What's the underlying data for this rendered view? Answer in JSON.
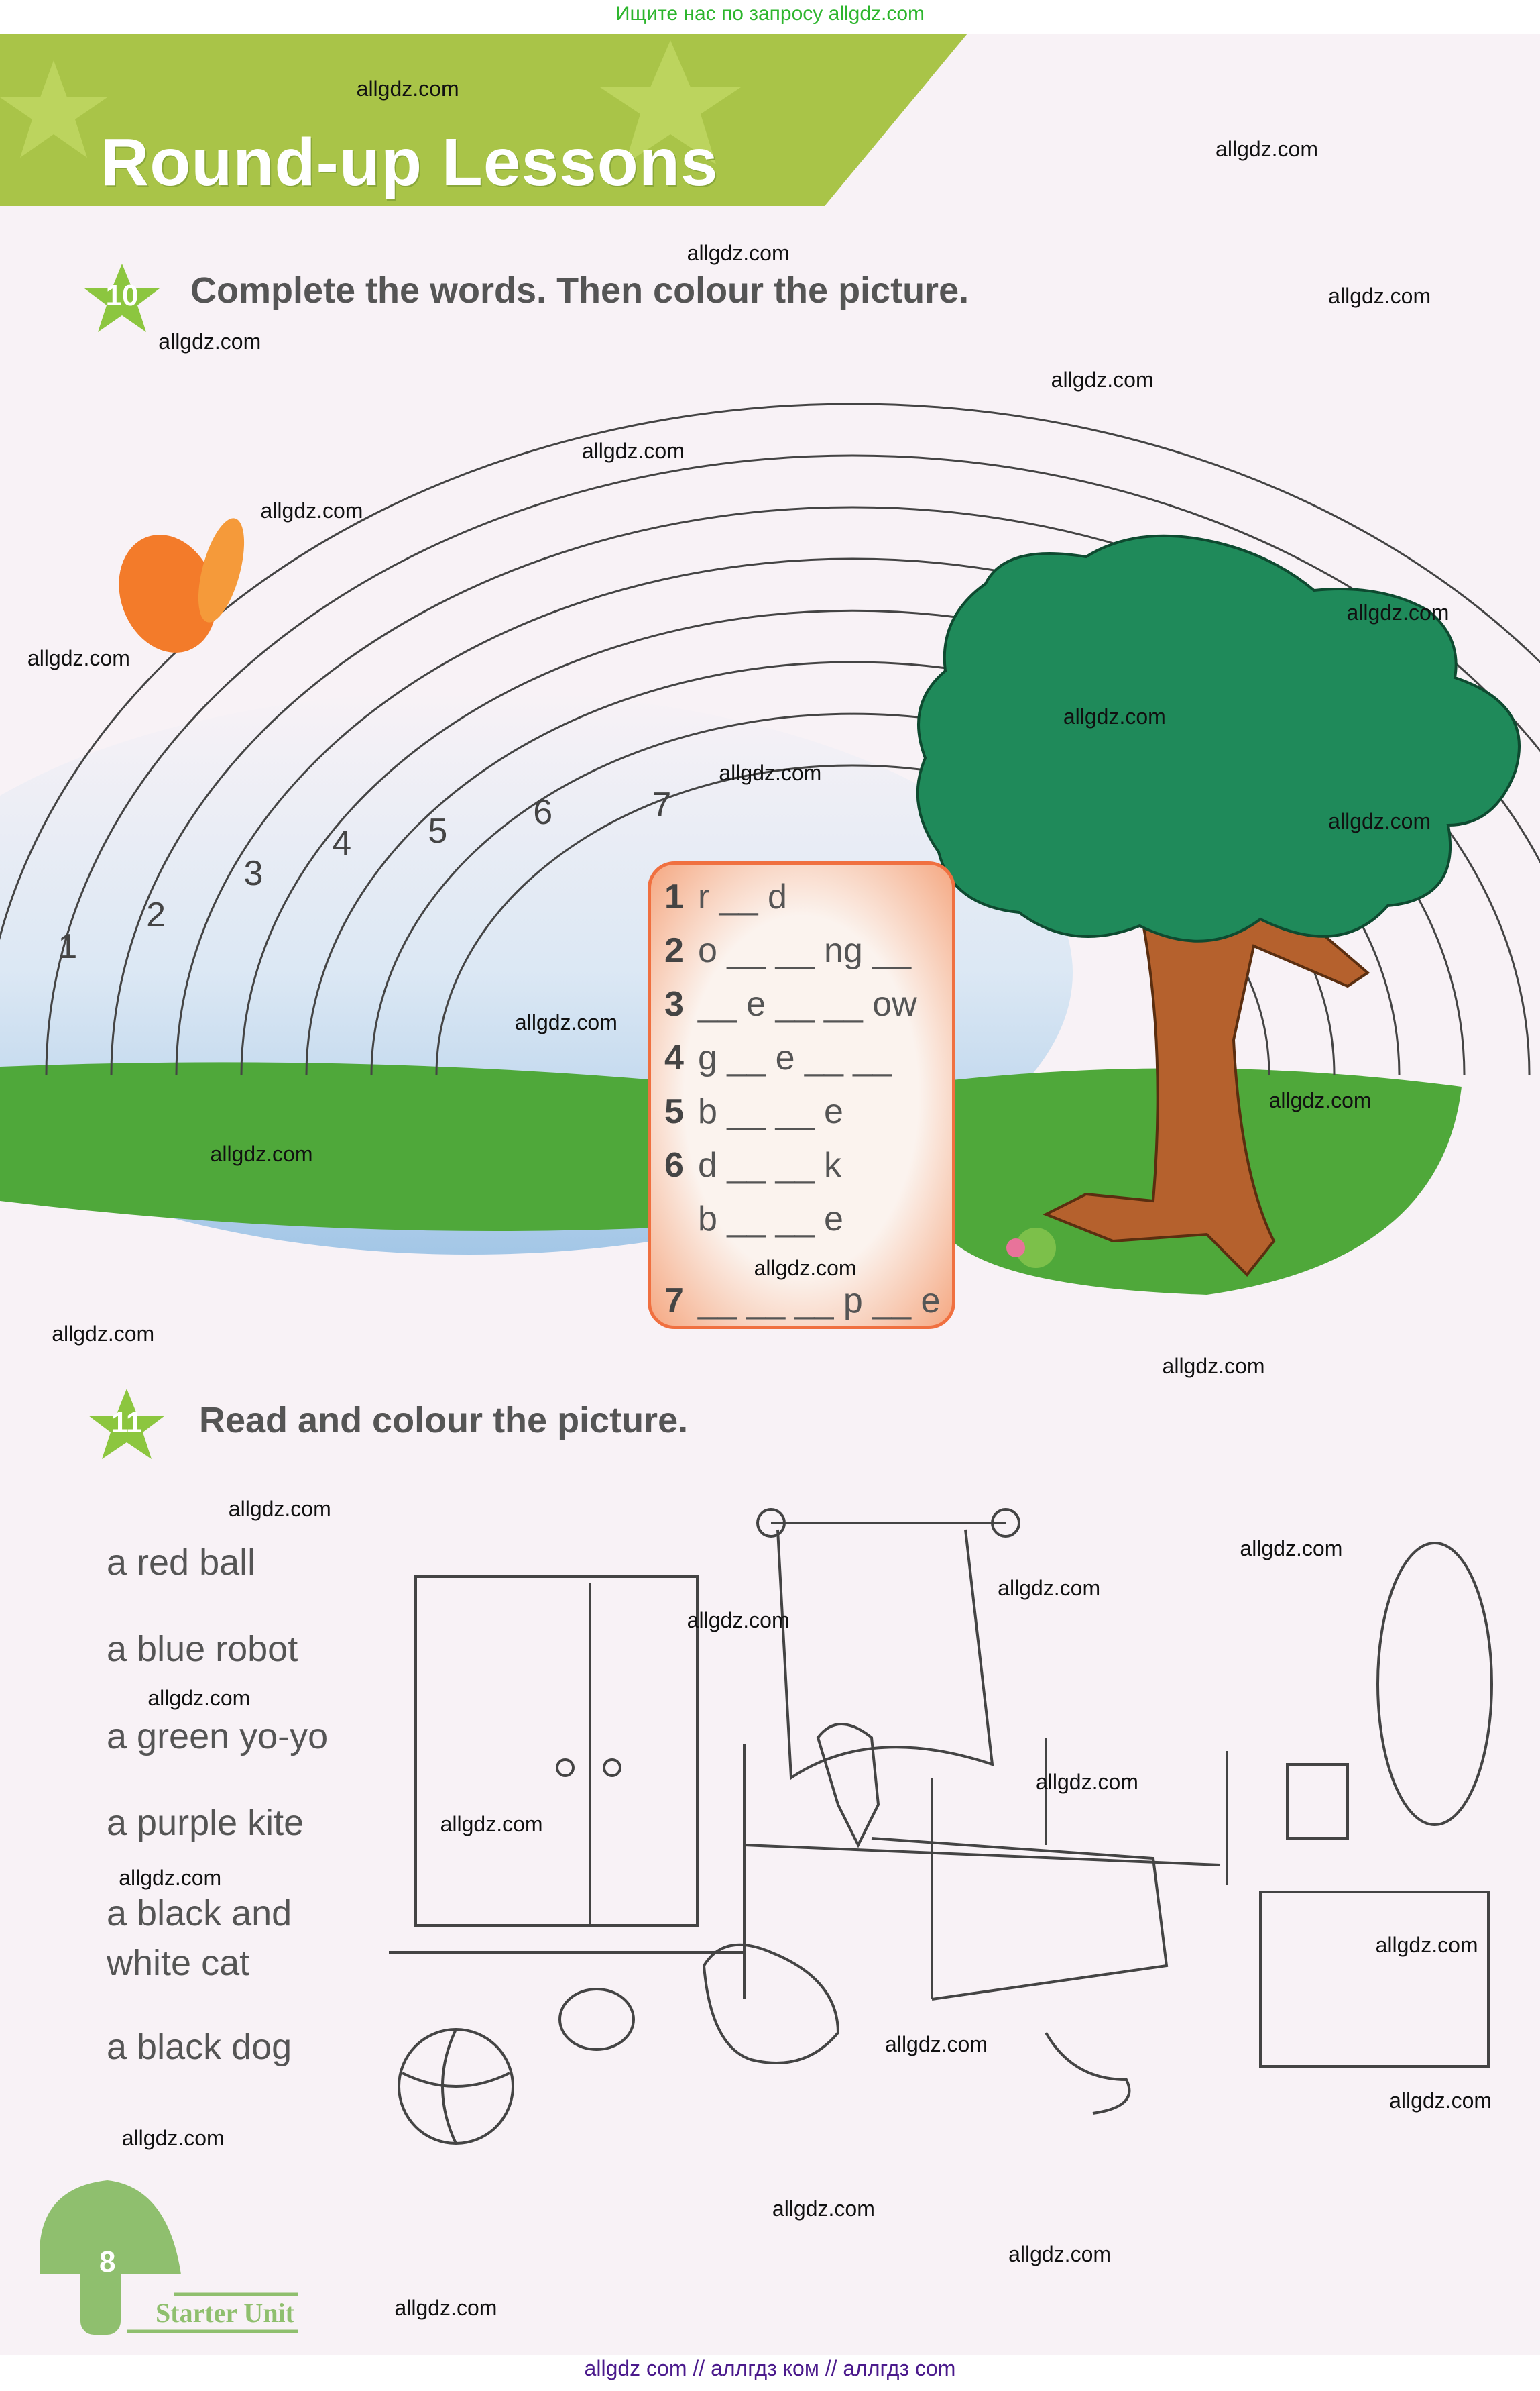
{
  "top_banner": "Ищите нас по запросу allgdz.com",
  "bottom_banner": "allgdz com  //  аллгдз ком  //  аллгдз com",
  "header": {
    "title": "Round-up Lessons"
  },
  "exercise10": {
    "number": "10",
    "instruction": "Complete the words. Then colour the picture.",
    "band_numbers": [
      "1",
      "2",
      "3",
      "4",
      "5",
      "6",
      "7"
    ],
    "words": [
      {
        "num": "1",
        "text": "r __ d"
      },
      {
        "num": "2",
        "text": "o __ __ ng __"
      },
      {
        "num": "3",
        "text": "__ e __ __ ow"
      },
      {
        "num": "4",
        "text": "g __ e __ __"
      },
      {
        "num": "5",
        "text": "b __ __ e"
      },
      {
        "num": "6",
        "text": "d __ __ k"
      },
      {
        "num": "",
        "text": "b __ __ e"
      },
      {
        "num": "7",
        "text": "__ __ __ p __ e"
      }
    ]
  },
  "exercise11": {
    "number": "11",
    "instruction": "Read and colour the picture.",
    "items": [
      "a red ball",
      "a blue robot",
      "a green yo-yo",
      "a purple kite",
      "a black and white cat",
      "a black dog"
    ]
  },
  "footer": {
    "page_number": "8",
    "unit": "Starter Unit"
  },
  "colors": {
    "header_green": "#a9c448",
    "grass": "#4fa83a",
    "tree_green": "#1f8a5a",
    "trunk": "#b5612d",
    "box_border": "#f07040",
    "star": "#8cc63f"
  },
  "watermarks": [
    "allgdz.com",
    "allgdz.com",
    "allgdz.com",
    "allgdz.com",
    "allgdz.com",
    "allgdz.com",
    "allgdz.com",
    "allgdz.com",
    "allgdz.com",
    "allgdz.com",
    "allgdz.com",
    "allgdz.com",
    "allgdz.com",
    "allgdz.com",
    "allgdz.com",
    "allgdz.com",
    "allgdz.com",
    "allgdz.com",
    "allgdz.com",
    "allgdz.com",
    "allgdz.com",
    "allgdz.com",
    "allgdz.com",
    "allgdz.com",
    "allgdz.com",
    "allgdz.com",
    "allgdz.com",
    "allgdz.com",
    "allgdz.com",
    "allgdz.com",
    "allgdz.com",
    "allgdz.com",
    "allgdz.com",
    "allgdz.com"
  ]
}
